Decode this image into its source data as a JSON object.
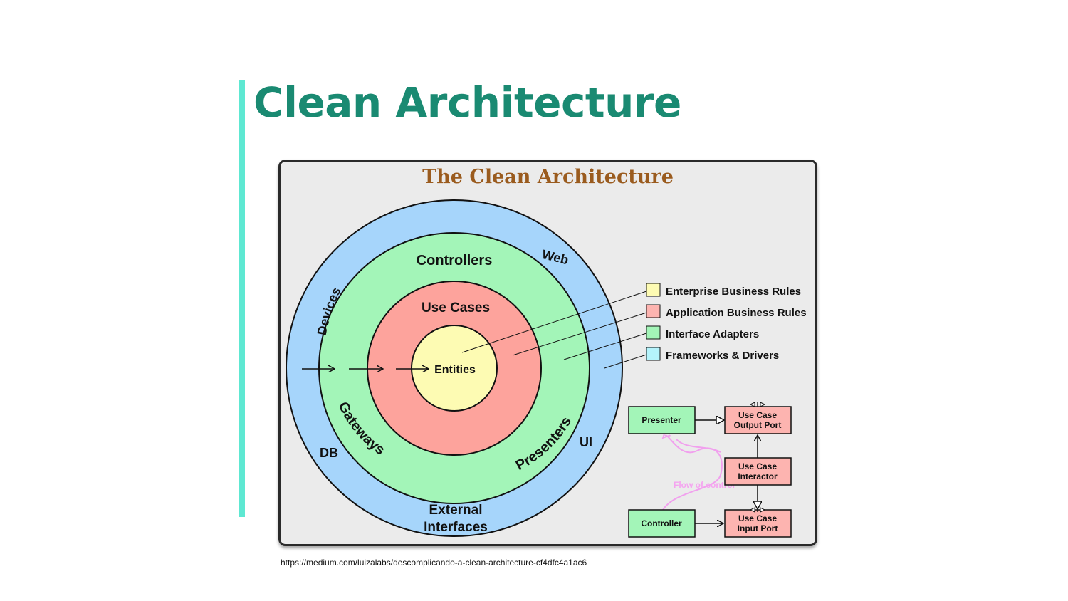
{
  "slide": {
    "title": "Clean Architecture",
    "source_url": "https://medium.com/luizalabs/descomplicando-a-clean-architecture-cf4dfc4a1ac6",
    "accent_color": "#5ee8d2",
    "title_color": "#1a8a72"
  },
  "diagram": {
    "title": "The Clean Architecture",
    "title_color": "#9a5b1e",
    "rings": {
      "outer": {
        "labels": {
          "top_left": "Devices",
          "top_right": "Web",
          "bottom_left": "DB",
          "bottom_right": "UI",
          "bottom": [
            "External",
            "Interfaces"
          ]
        },
        "color": "#a6d5fb"
      },
      "adapters": {
        "labels": {
          "top": "Controllers",
          "bottom_left": "Gateways",
          "bottom_right": "Presenters"
        },
        "color": "#a3f5b8"
      },
      "use_cases": {
        "label": "Use Cases",
        "color": "#fda39c"
      },
      "entities": {
        "label": "Entities",
        "color": "#fdfbb3"
      }
    },
    "legend": [
      {
        "label": "Enterprise Business Rules",
        "color": "#fdfbb3"
      },
      {
        "label": "Application Business Rules",
        "color": "#fdb4b0"
      },
      {
        "label": "Interface Adapters",
        "color": "#a3f5b8"
      },
      {
        "label": "Frameworks & Drivers",
        "color": "#b4f3fb"
      }
    ],
    "flow": {
      "presenter": "Presenter",
      "controller": "Controller",
      "output_port": [
        "Use Case",
        "Output Port"
      ],
      "interactor": [
        "Use Case",
        "Interactor"
      ],
      "input_port": [
        "Use Case",
        "Input Port"
      ],
      "interface_marker": "I",
      "flow_label": "Flow of control",
      "flow_color": "#f5a3f0"
    }
  }
}
